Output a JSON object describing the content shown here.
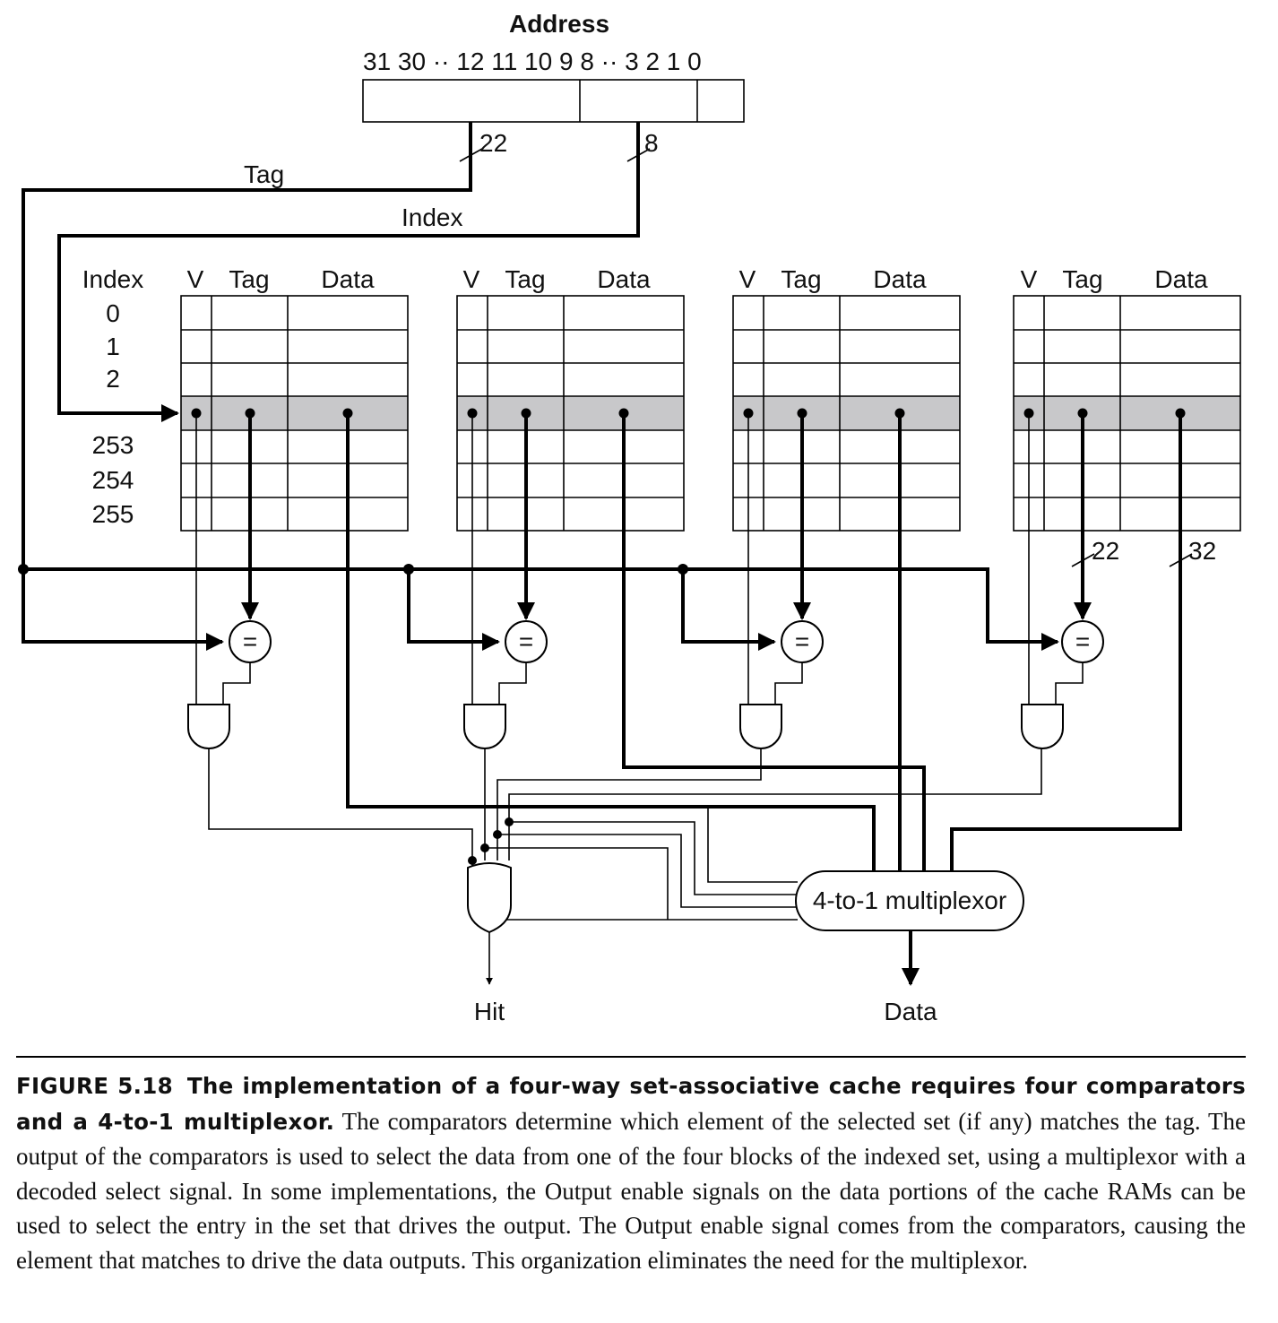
{
  "address": {
    "title": "Address",
    "bit_labels": "31 30 ·· 12 11 10 9 8 ·· 3 2 1 0",
    "tag_width": "22",
    "index_width": "8"
  },
  "wires": {
    "tag_label": "Tag",
    "index_label": "Index",
    "tag_bus_width": "22",
    "data_bus_width": "32"
  },
  "sets": {
    "index_header": "Index",
    "index_rows": [
      "0",
      "1",
      "2",
      "253",
      "254",
      "255"
    ],
    "ways": [
      {
        "v": "V",
        "tag": "Tag",
        "data": "Data"
      },
      {
        "v": "V",
        "tag": "Tag",
        "data": "Data"
      },
      {
        "v": "V",
        "tag": "Tag",
        "data": "Data"
      },
      {
        "v": "V",
        "tag": "Tag",
        "data": "Data"
      }
    ]
  },
  "comparators": [
    "=",
    "=",
    "=",
    "="
  ],
  "mux_label": "4-to-1 multiplexor",
  "outputs": {
    "hit": "Hit",
    "data": "Data"
  },
  "caption": {
    "figure": "FIGURE 5.18",
    "title": "The implementation of a four-way set-associative cache requires four comparators and a 4-to-1 multiplexor.",
    "body": "The comparators determine which element of the selected set (if any) matches the tag. The output of the comparators is used to select the data from one of the four blocks of the indexed set, using a multiplexor with a decoded select signal. In some implementations, the Output enable signals on the data portions of the cache RAMs can be used to select the entry in the set that drives the output. The Output enable signal comes from the comparators, causing the element that matches to drive the data outputs. This organization eliminates the need for the multiplexor."
  }
}
